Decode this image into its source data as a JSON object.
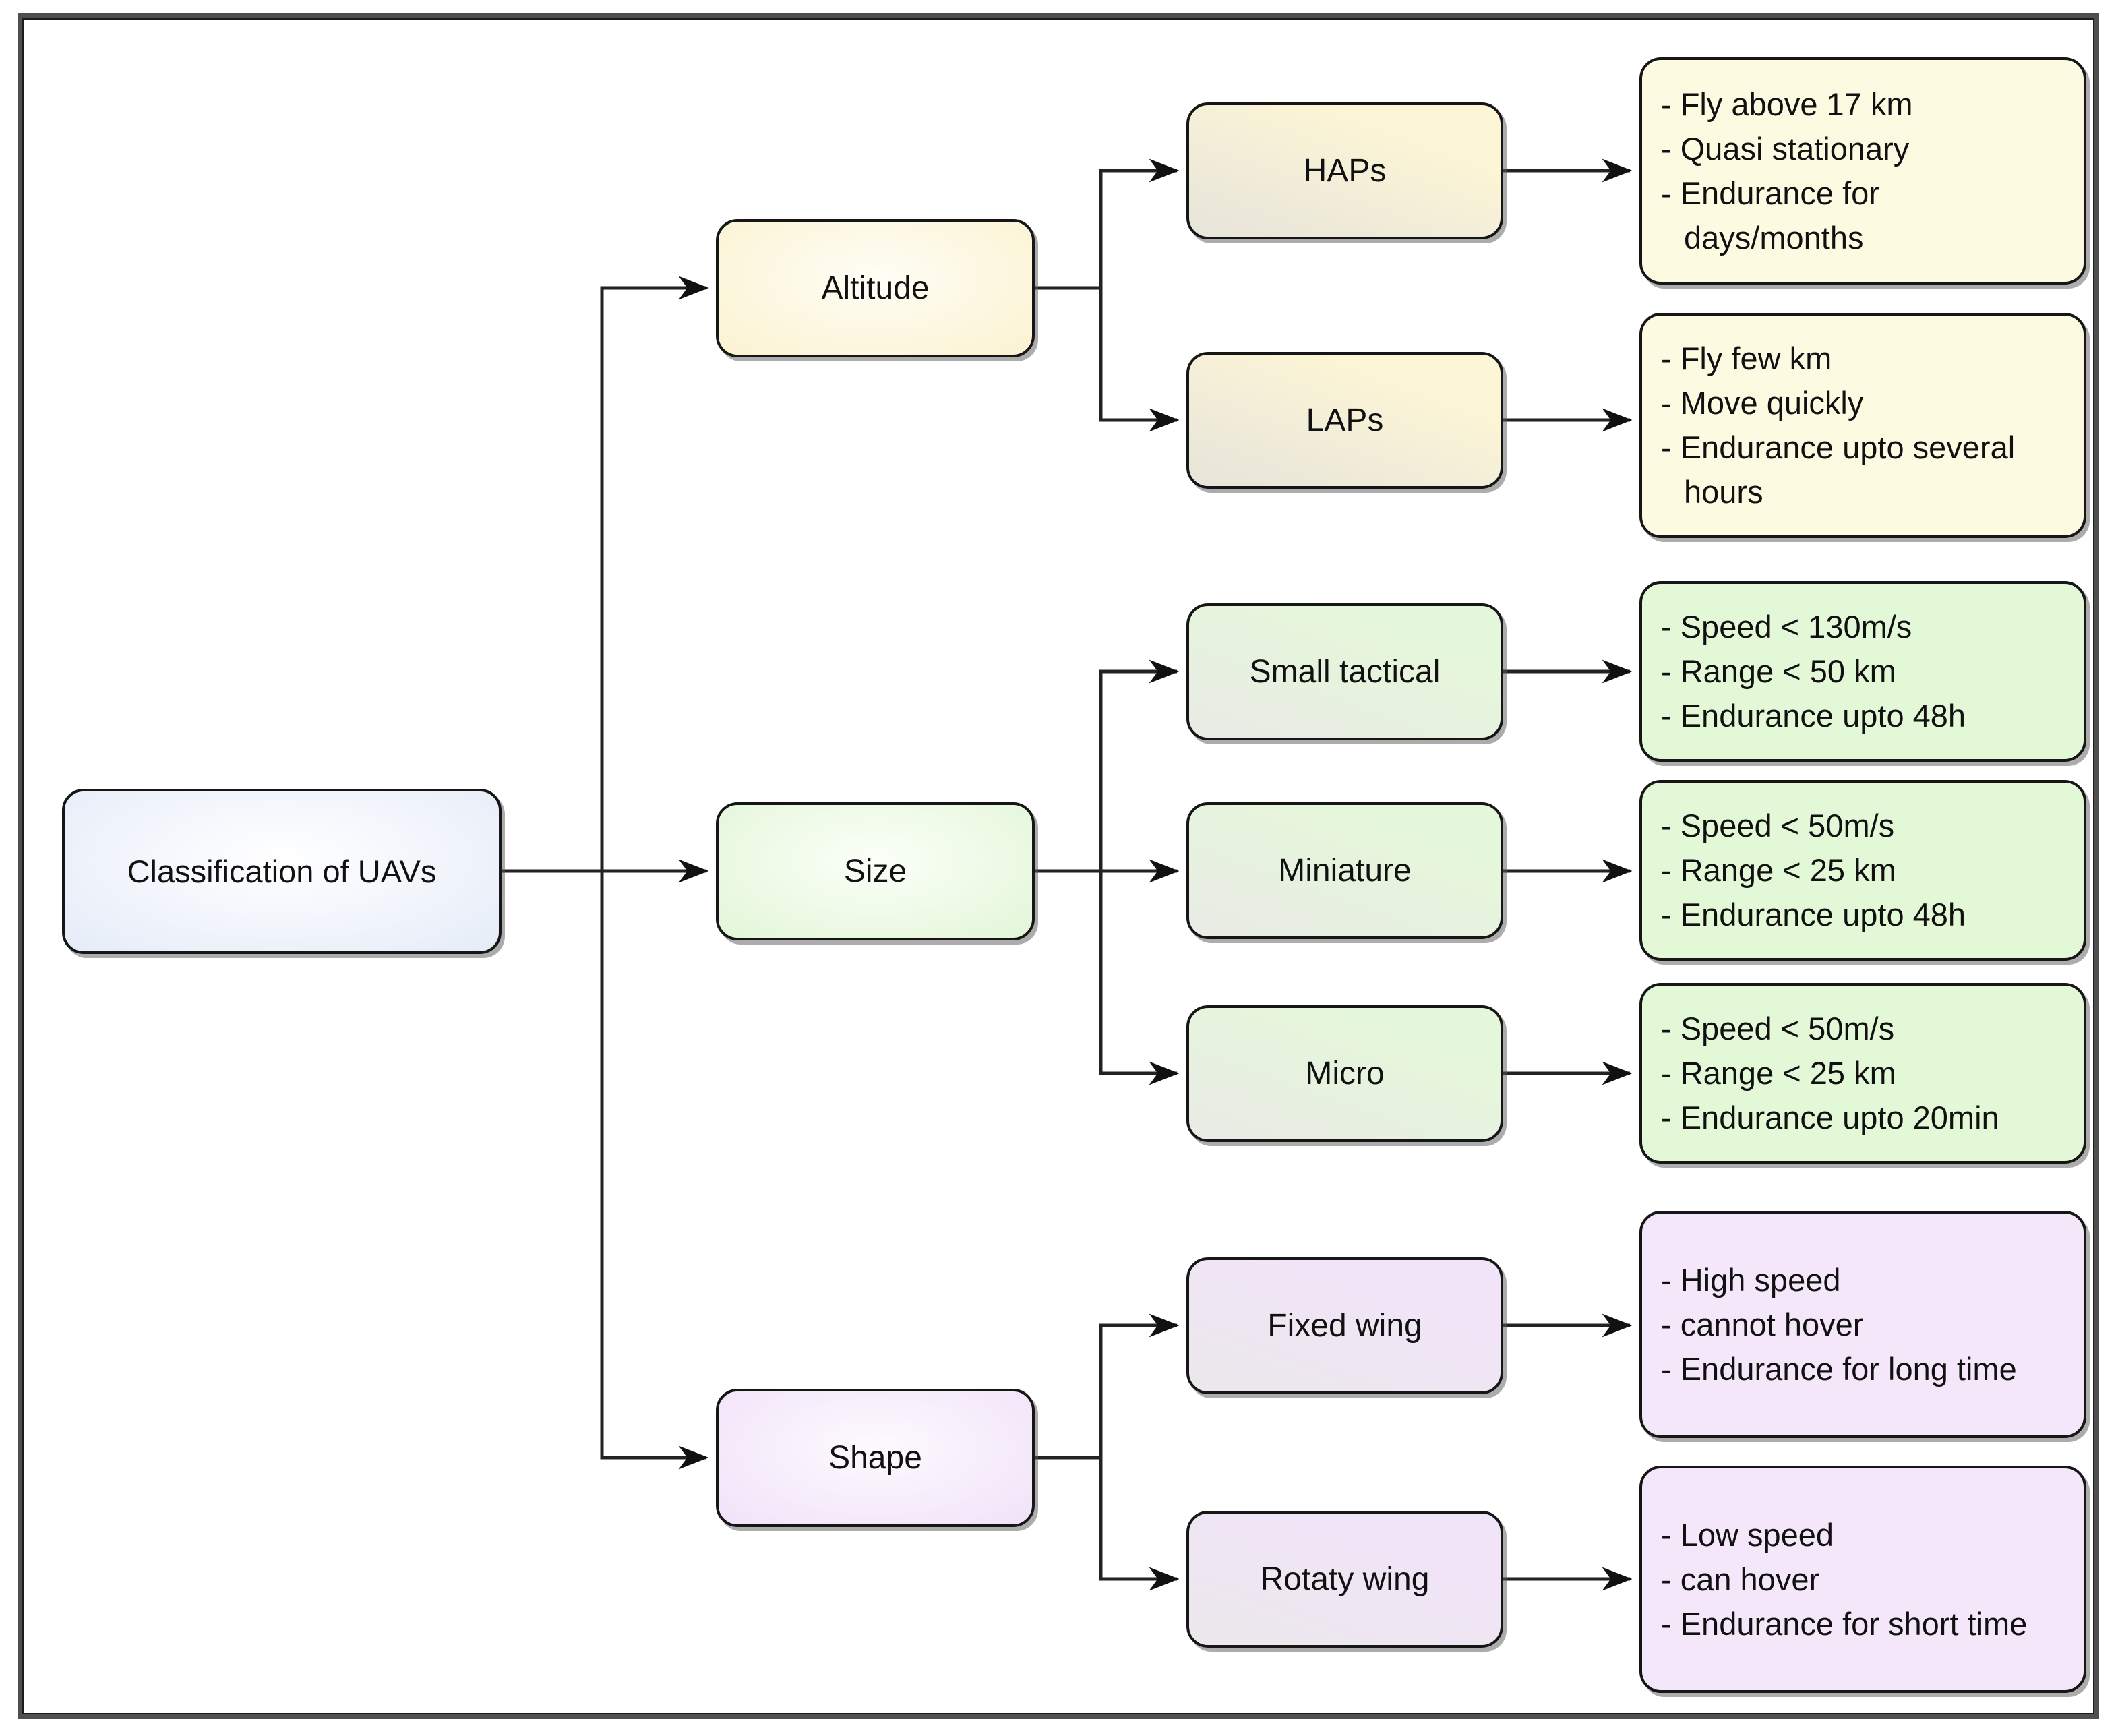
{
  "root": {
    "label": "Classification of UAVs"
  },
  "branches": [
    {
      "label": "Altitude",
      "children": [
        {
          "label": "HAPs",
          "details": [
            "- Fly above 17 km",
            "- Quasi stationary",
            "- Endurance for days/months"
          ]
        },
        {
          "label": "LAPs",
          "details": [
            "- Fly few km",
            "- Move quickly",
            "- Endurance upto several hours"
          ]
        }
      ]
    },
    {
      "label": "Size",
      "children": [
        {
          "label": "Small tactical",
          "details": [
            "- Speed < 130m/s",
            "- Range < 50 km",
            "- Endurance upto 48h"
          ]
        },
        {
          "label": "Miniature",
          "details": [
            "- Speed < 50m/s",
            "- Range < 25 km",
            "- Endurance upto 48h"
          ]
        },
        {
          "label": "Micro",
          "details": [
            "- Speed < 50m/s",
            "- Range < 25 km",
            "- Endurance upto 20min"
          ]
        }
      ]
    },
    {
      "label": "Shape",
      "children": [
        {
          "label": "Fixed wing",
          "details": [
            "- High speed",
            "- cannot hover",
            "- Endurance for long time"
          ]
        },
        {
          "label": "Rotaty wing",
          "details": [
            "- Low speed",
            "- can hover",
            "- Endurance for short time"
          ]
        }
      ]
    }
  ],
  "colors": {
    "root_fill": "#e5ecf8",
    "altitude_fill": "#fbf2d0",
    "altitude_detail_fill": "#fdfae2",
    "size_fill": "#e3f6d8",
    "size_detail_fill": "#e2f8d6",
    "shape_fill": "#f1e2f8",
    "shape_detail_fill": "#f3e7f9",
    "node_border": "#161616",
    "connector": "#222222",
    "frame_border": "#4f4f4f"
  }
}
